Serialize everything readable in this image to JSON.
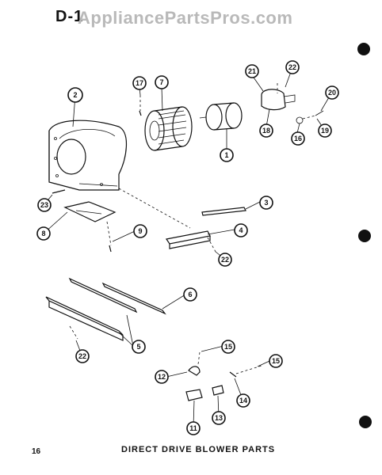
{
  "header": {
    "page_code": "D-1",
    "watermark": "AppliancePartsPros.com"
  },
  "footer": {
    "page_number": "16",
    "caption": "DIRECT DRIVE BLOWER PARTS"
  },
  "callouts": [
    "2",
    "17",
    "7",
    "21",
    "22",
    "20",
    "18",
    "16",
    "19",
    "1",
    "23",
    "8",
    "9",
    "3",
    "4",
    "22",
    "6",
    "5",
    "22",
    "15",
    "12",
    "14",
    "11",
    "13",
    "15"
  ]
}
